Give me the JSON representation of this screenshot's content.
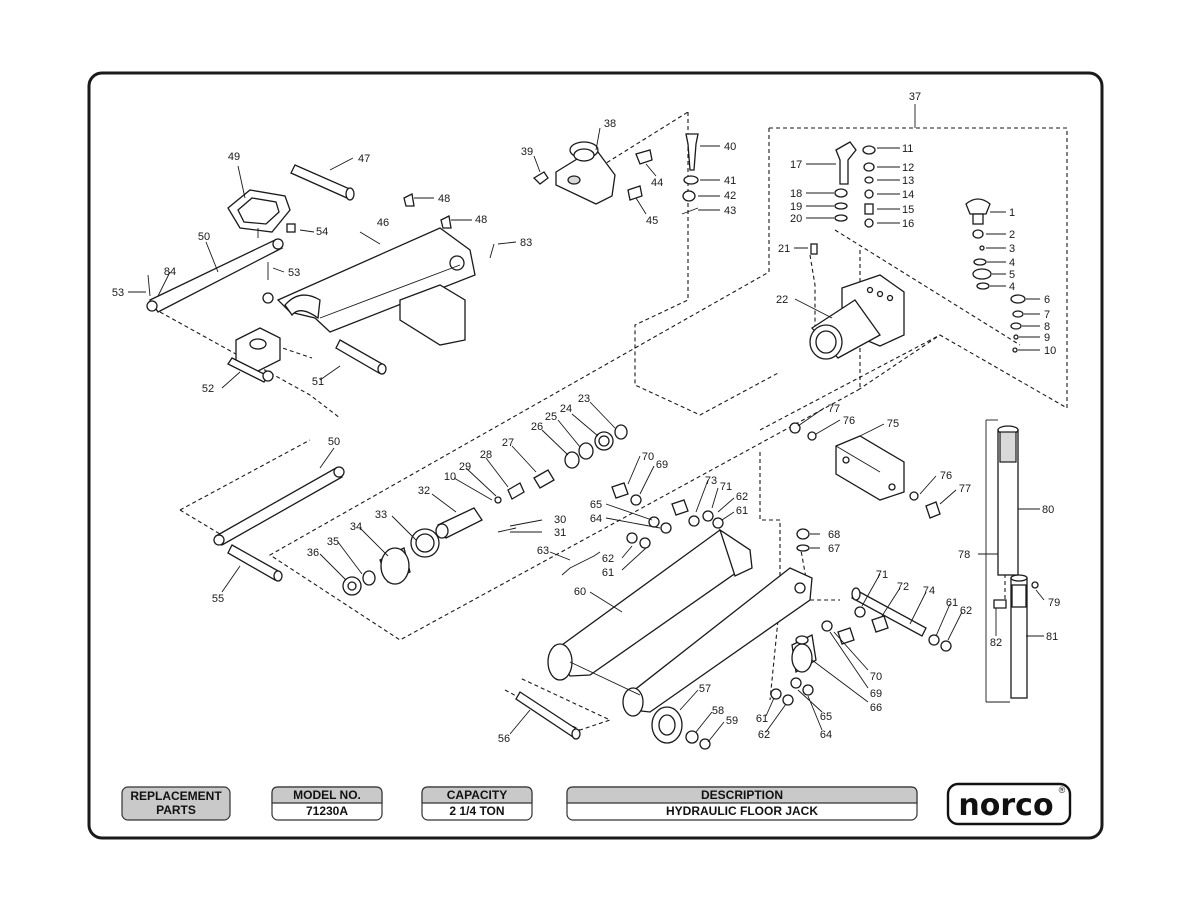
{
  "title_block": {
    "replacement": [
      "REPLACEMENT",
      "PARTS"
    ],
    "model_label": "MODEL NO.",
    "model_value": "71230A",
    "capacity_label": "CAPACITY",
    "capacity_value": "2 1/4 TON",
    "description_label": "DESCRIPTION",
    "description_value": "HYDRAULIC FLOOR JACK",
    "brand": "norco",
    "brand_mark": "®"
  },
  "callouts": [
    {
      "id": "c37",
      "label": "37"
    },
    {
      "id": "c11",
      "label": "11"
    },
    {
      "id": "c12",
      "label": "12"
    },
    {
      "id": "c13",
      "label": "13"
    },
    {
      "id": "c14",
      "label": "14"
    },
    {
      "id": "c15",
      "label": "15"
    },
    {
      "id": "c16",
      "label": "16"
    },
    {
      "id": "c17",
      "label": "17"
    },
    {
      "id": "c18",
      "label": "18"
    },
    {
      "id": "c19",
      "label": "19"
    },
    {
      "id": "c20",
      "label": "20"
    },
    {
      "id": "c21",
      "label": "21"
    },
    {
      "id": "c22",
      "label": "22"
    },
    {
      "id": "c1",
      "label": "1"
    },
    {
      "id": "c2",
      "label": "2"
    },
    {
      "id": "c3",
      "label": "3"
    },
    {
      "id": "c4a",
      "label": "4"
    },
    {
      "id": "c5",
      "label": "5"
    },
    {
      "id": "c4b",
      "label": "4"
    },
    {
      "id": "c6",
      "label": "6"
    },
    {
      "id": "c7",
      "label": "7"
    },
    {
      "id": "c8",
      "label": "8"
    },
    {
      "id": "c9",
      "label": "9"
    },
    {
      "id": "c10a",
      "label": "10"
    },
    {
      "id": "c38",
      "label": "38"
    },
    {
      "id": "c39",
      "label": "39"
    },
    {
      "id": "c40",
      "label": "40"
    },
    {
      "id": "c41",
      "label": "41"
    },
    {
      "id": "c42",
      "label": "42"
    },
    {
      "id": "c43",
      "label": "43"
    },
    {
      "id": "c44",
      "label": "44"
    },
    {
      "id": "c45",
      "label": "45"
    },
    {
      "id": "c49",
      "label": "49"
    },
    {
      "id": "c47",
      "label": "47"
    },
    {
      "id": "c48a",
      "label": "48"
    },
    {
      "id": "c48b",
      "label": "48"
    },
    {
      "id": "c46",
      "label": "46"
    },
    {
      "id": "c83",
      "label": "83"
    },
    {
      "id": "c50a",
      "label": "50"
    },
    {
      "id": "c54",
      "label": "54"
    },
    {
      "id": "c53a",
      "label": "53"
    },
    {
      "id": "c53b",
      "label": "53"
    },
    {
      "id": "c84",
      "label": "84"
    },
    {
      "id": "c52",
      "label": "52"
    },
    {
      "id": "c51",
      "label": "51"
    },
    {
      "id": "c50b",
      "label": "50"
    },
    {
      "id": "c55",
      "label": "55"
    },
    {
      "id": "c23",
      "label": "23"
    },
    {
      "id": "c24",
      "label": "24"
    },
    {
      "id": "c25",
      "label": "25"
    },
    {
      "id": "c26",
      "label": "26"
    },
    {
      "id": "c27",
      "label": "27"
    },
    {
      "id": "c28",
      "label": "28"
    },
    {
      "id": "c29",
      "label": "29"
    },
    {
      "id": "c10b",
      "label": "10"
    },
    {
      "id": "c32",
      "label": "32"
    },
    {
      "id": "c30",
      "label": "30"
    },
    {
      "id": "c31",
      "label": "31"
    },
    {
      "id": "c33",
      "label": "33"
    },
    {
      "id": "c34",
      "label": "34"
    },
    {
      "id": "c35",
      "label": "35"
    },
    {
      "id": "c36",
      "label": "36"
    },
    {
      "id": "c63",
      "label": "63"
    },
    {
      "id": "c60",
      "label": "60"
    },
    {
      "id": "c70a",
      "label": "70"
    },
    {
      "id": "c69a",
      "label": "69"
    },
    {
      "id": "c65a",
      "label": "65"
    },
    {
      "id": "c64a",
      "label": "64"
    },
    {
      "id": "c73",
      "label": "73"
    },
    {
      "id": "c71a",
      "label": "71"
    },
    {
      "id": "c62a",
      "label": "62"
    },
    {
      "id": "c61a",
      "label": "61"
    },
    {
      "id": "c62b",
      "label": "62"
    },
    {
      "id": "c61b",
      "label": "61"
    },
    {
      "id": "c77a",
      "label": "77"
    },
    {
      "id": "c76a",
      "label": "76"
    },
    {
      "id": "c75",
      "label": "75"
    },
    {
      "id": "c76b",
      "label": "76"
    },
    {
      "id": "c77b",
      "label": "77"
    },
    {
      "id": "c68",
      "label": "68"
    },
    {
      "id": "c67",
      "label": "67"
    },
    {
      "id": "c71b",
      "label": "71"
    },
    {
      "id": "c72",
      "label": "72"
    },
    {
      "id": "c74",
      "label": "74"
    },
    {
      "id": "c61c",
      "label": "61"
    },
    {
      "id": "c62c",
      "label": "62"
    },
    {
      "id": "c70b",
      "label": "70"
    },
    {
      "id": "c69b",
      "label": "69"
    },
    {
      "id": "c66",
      "label": "66"
    },
    {
      "id": "c65b",
      "label": "65"
    },
    {
      "id": "c64b",
      "label": "64"
    },
    {
      "id": "c61d",
      "label": "61"
    },
    {
      "id": "c62d",
      "label": "62"
    },
    {
      "id": "c57",
      "label": "57"
    },
    {
      "id": "c58",
      "label": "58"
    },
    {
      "id": "c59",
      "label": "59"
    },
    {
      "id": "c56",
      "label": "56"
    },
    {
      "id": "c80",
      "label": "80"
    },
    {
      "id": "c78",
      "label": "78"
    },
    {
      "id": "c79",
      "label": "79"
    },
    {
      "id": "c82",
      "label": "82"
    },
    {
      "id": "c81",
      "label": "81"
    }
  ]
}
